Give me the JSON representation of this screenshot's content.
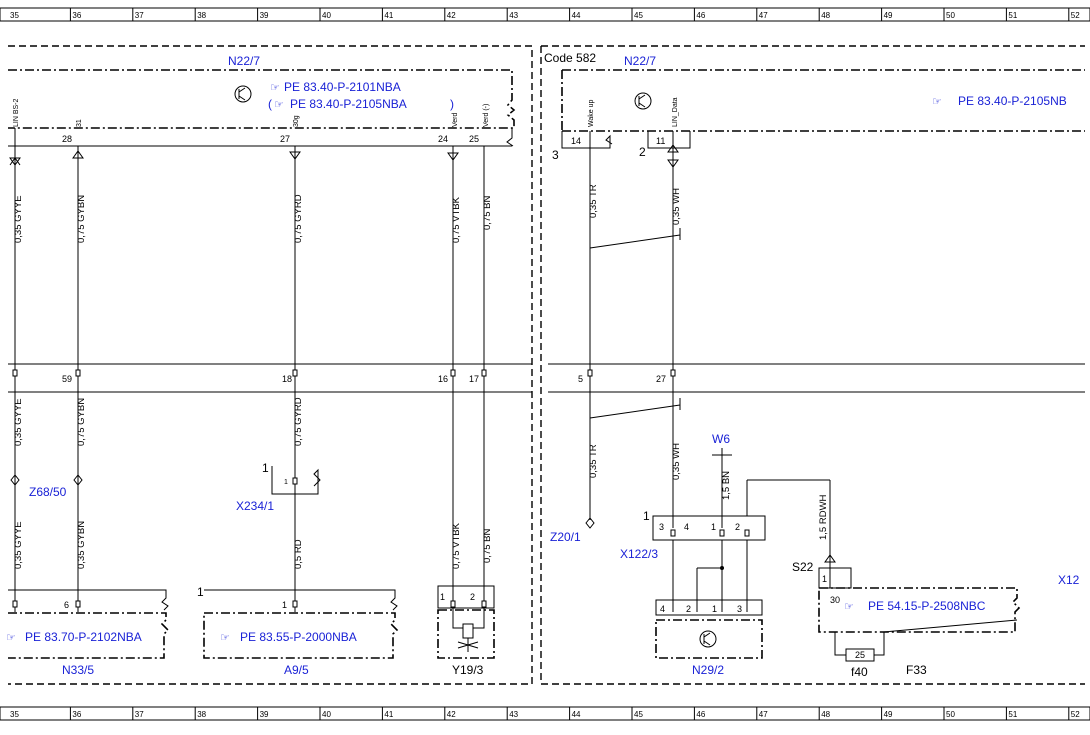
{
  "ruler": {
    "top_numbers": [
      "35",
      "36",
      "37",
      "38",
      "39",
      "40",
      "41",
      "42",
      "43",
      "44",
      "45",
      "46",
      "47",
      "48",
      "49",
      "50",
      "51",
      "52"
    ],
    "bottom_numbers": [
      "35",
      "36",
      "37",
      "38",
      "39",
      "40",
      "41",
      "42",
      "43",
      "44",
      "45",
      "46",
      "47",
      "48",
      "49",
      "50",
      "51",
      "52"
    ]
  },
  "components": {
    "n22_7_left": "N22/7",
    "n22_7_right": "N22/7",
    "code": "Code 582",
    "z68_50": "Z68/50",
    "x234_1": "X234/1",
    "z20_1": "Z20/1",
    "x122_3": "X122/3",
    "w6": "W6",
    "s22": "S22",
    "n33_5": "N33/5",
    "a9_5": "A9/5",
    "y19_3": "Y19/3",
    "n29_2": "N29/2",
    "f40": "f40",
    "f33": "F33",
    "x12_cut": "X12"
  },
  "references": {
    "ref_2101": "PE 83.40-P-2101NBA",
    "ref_2105_paren": "PE 83.40-P-2105NBA",
    "ref_2105_right": "PE 83.40-P-2105NB",
    "ref_2102": "PE 83.70-P-2102NBA",
    "ref_2000": "PE 83.55-P-2000NBA",
    "ref_2508": "PE 54.15-P-2508NBC"
  },
  "pins": {
    "n22_left": [
      "28",
      "27",
      "24",
      "25"
    ],
    "n22_left_names": [
      "LIN BS-2",
      "31",
      "30g",
      "Verd",
      "Verd (-)"
    ],
    "n22_right": [
      "14",
      "11"
    ],
    "n22_right_names": [
      "Wake up",
      "LIN_Data"
    ],
    "n22_right_side": [
      "3",
      "2"
    ],
    "splice_row": [
      "59",
      "18",
      "16",
      "17",
      "5",
      "27"
    ],
    "x122_3": [
      "3",
      "4",
      "1",
      "2"
    ],
    "x122_side": "1",
    "n29_2": [
      "4",
      "2",
      "1",
      "3"
    ],
    "n33_5": "6",
    "a9_5": "1",
    "a9_side": "1",
    "x234_1": "1",
    "x234_side": "1",
    "y19_3": [
      "1",
      "2"
    ],
    "s22": "30",
    "s22_top": "1",
    "fuse": "25"
  },
  "wires": {
    "w35_top": "0,35 GYYE",
    "w36_top": "0,75 GYBN",
    "w39_top": "0,75 GYRD",
    "w42_top": "0,75 VTBK",
    "w425_top": "0,75 BN",
    "w44_top": "0,35 TR",
    "w45_top": "0,35 WH",
    "w35_mid": "0,35 GYYE",
    "w36_mid": "0,75 GYBN",
    "w39_mid": "0,75 GYRD",
    "w35_low": "0,35 GYYE",
    "w36_low": "0,35 GYBN",
    "w39_low": "0,5 RD",
    "w42_low": "0,75 VTBK",
    "w425_low": "0,75 BN",
    "w44_low": "0,35 TR",
    "w45_low": "0,35 WH",
    "w46_low": "1,5 BN",
    "w48": "1,5 RDWH"
  }
}
